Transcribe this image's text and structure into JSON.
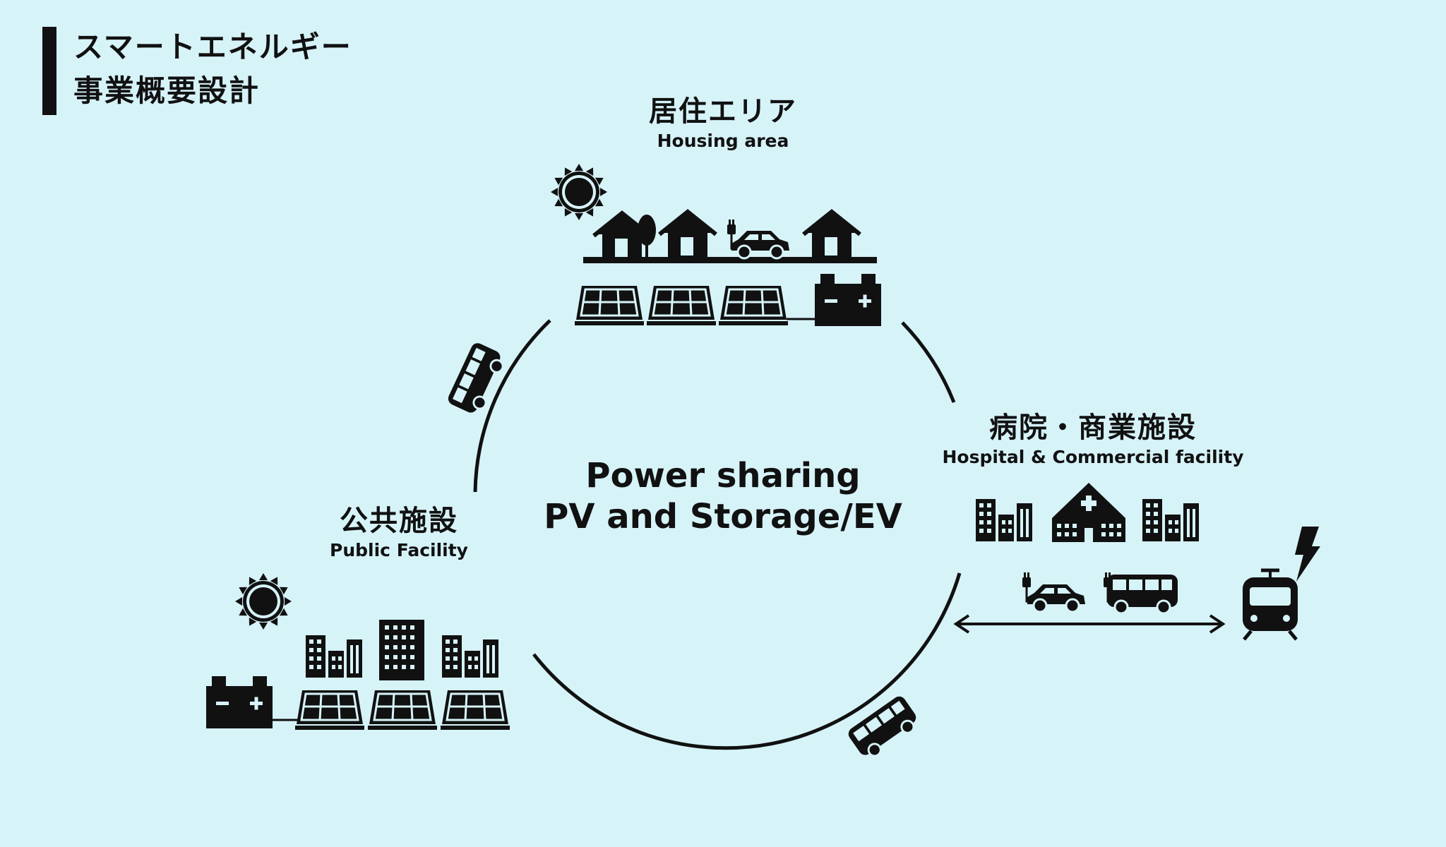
{
  "title": {
    "line1": "スマートエネルギー",
    "line2": "事業概要設計"
  },
  "center": {
    "line1": "Power sharing",
    "line2": "PV and Storage/EV"
  },
  "nodes": {
    "housing": {
      "jp": "居住エリア",
      "en": "Housing area"
    },
    "hospital": {
      "jp": "病院・商業施設",
      "en": "Hospital & Commercial facility"
    },
    "public": {
      "jp": "公共施設",
      "en": "Public Facility"
    }
  },
  "colors": {
    "background": "#d6f3f8",
    "ink": "#111111"
  }
}
